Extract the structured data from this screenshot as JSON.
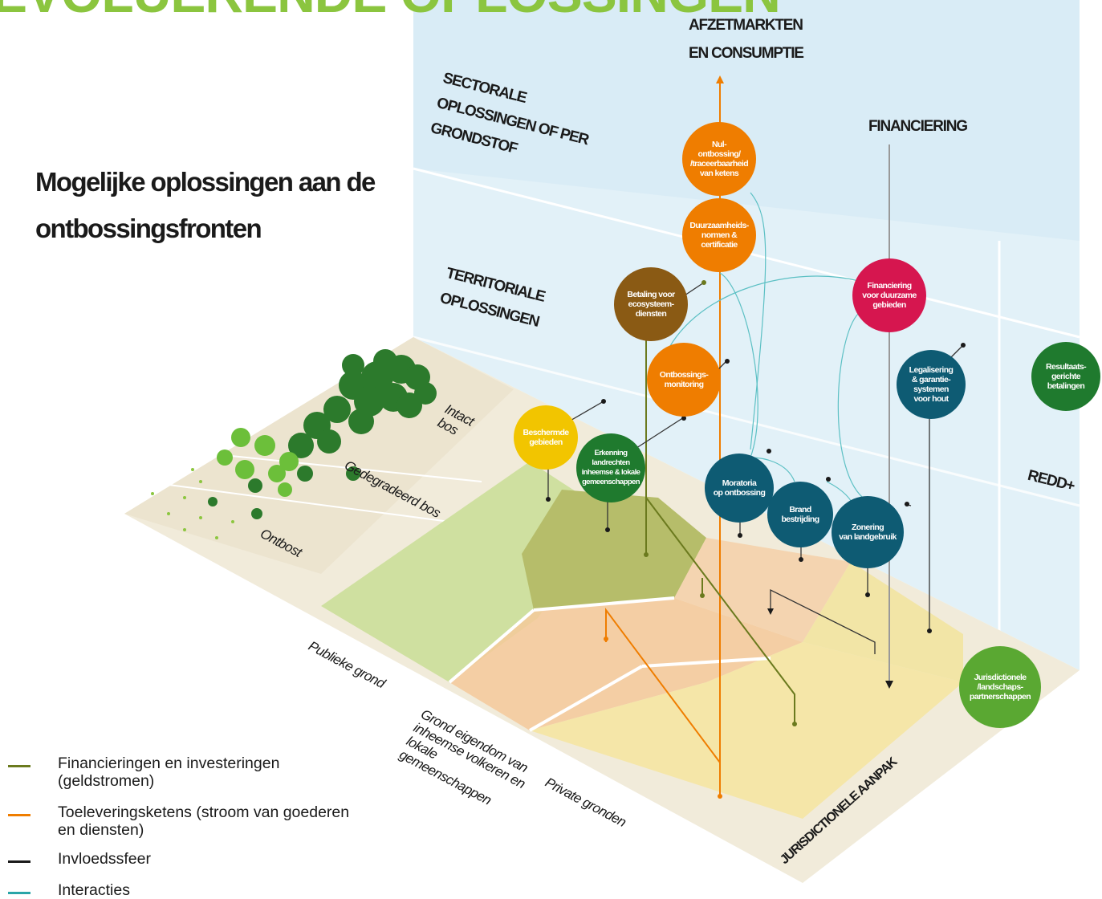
{
  "page_title": "EVOLUERENDE OPLOSSINGEN",
  "subtitle": "Mogelijke oplossingen aan de ontbossingsfronten",
  "headers": {
    "afzetmarkten": "AFZETMARKTEN EN CONSUMPTIE",
    "financiering": "FINANCIERING",
    "sectorale": "SECTORALE OPLOSSINGEN OF PER GRONDSTOF",
    "territoriale": "TERRITORIALE OPLOSSINGEN",
    "redd": "REDD+",
    "jurisdictionele": "JURISDICTIONELE AANPAK"
  },
  "forest_labels": {
    "intact": "Intact bos",
    "degraded": "Gedegradeerd bos",
    "deforested": "Ontbost"
  },
  "land_labels": {
    "public": "Publieke grond",
    "indigenous": "Grond eigendom van inheemse volkeren en lokale gemeenschappen",
    "private": "Private gronden"
  },
  "solutions": [
    {
      "id": "nul",
      "label": "Nul-\nontbossing/\n/traceerbaarheid\nvan ketens",
      "color": "#ef7d00"
    },
    {
      "id": "duurzaamheid",
      "label": "Duurzaamheids-\nnormen &\ncertificatie",
      "color": "#ef7d00"
    },
    {
      "id": "betaling",
      "label": "Betaling voor\necosysteem-\ndiensten",
      "color": "#8a5a14"
    },
    {
      "id": "ontbossingsmonitoring",
      "label": "Ontbossings-\nmonitoring",
      "color": "#ef7d00"
    },
    {
      "id": "beschermde",
      "label": "Beschermde\ngebieden",
      "color": "#f2c500"
    },
    {
      "id": "erkenning",
      "label": "Erkenning\nlandrechten\ninheemse & lokale\ngemeenschappen",
      "color": "#1f7a2e"
    },
    {
      "id": "financiering",
      "label": "Financiering\nvoor duurzame\ngebieden",
      "color": "#d6164f"
    },
    {
      "id": "legalisering",
      "label": "Legalisering\n& garantie-\nsystemen\nvoor hout",
      "color": "#0e5b73"
    },
    {
      "id": "resultaats",
      "label": "Resultaats-\ngerichte\nbetalingen",
      "color": "#1f7a2e"
    },
    {
      "id": "moratoria",
      "label": "Moratoria\nop ontbossing",
      "color": "#0e5b73"
    },
    {
      "id": "brand",
      "label": "Brand\nbestrijding",
      "color": "#0e5b73"
    },
    {
      "id": "zonering",
      "label": "Zonering\nvan landgebruik",
      "color": "#0e5b73"
    },
    {
      "id": "jurisdictionele",
      "label": "Jurisdictionele\n/landschaps-\npartnerschappen",
      "color": "#5aa832"
    }
  ],
  "legend": [
    {
      "label": "Financieringen en investeringen (geldstromen)",
      "color": "#6b7a1e"
    },
    {
      "label": "Toeleveringsketens (stroom van goederen en diensten)",
      "color": "#ef7d00"
    },
    {
      "label": "Invloedssfeer",
      "color": "#1a1a1a"
    },
    {
      "label": "Interacties",
      "color": "#2aa5a8"
    }
  ]
}
